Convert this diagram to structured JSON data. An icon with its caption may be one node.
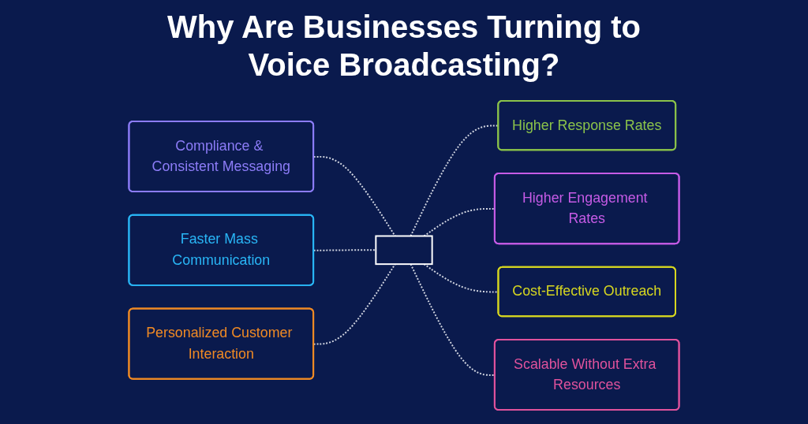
{
  "diagram": {
    "title": "Why Are Businesses Turning to Voice Broadcasting?",
    "nodes": [
      {
        "text": [
          "Compliance & Consistent Messaging"
        ]
      },
      {
        "text": [
          "Higher Response Rates"
        ]
      },
      {
        "text": [
          "Faster Mass Communication"
        ]
      },
      {
        "text": [],
        "shape": "box"
      },
      {
        "text": [
          "Higher Engagement Rates"
        ]
      },
      {
        "text": [
          "Personalized Customer Interaction"
        ]
      },
      {
        "text": [
          "Cost-Effective Outreach"
        ]
      },
      {
        "text": [
          "Scalable Without Extra Resources"
        ]
      }
    ],
    "edges": [
      {
        "from": 0,
        "to": 3,
        "arrow": "none",
        "style": "dashed"
      },
      {
        "from": 3,
        "to": 1,
        "arrow": "none",
        "style": "dashed"
      },
      {
        "from": 2,
        "to": 3,
        "arrow": "none",
        "style": "dashed"
      },
      {
        "from": 3,
        "to": 4,
        "arrow": "none",
        "style": "dashed"
      },
      {
        "from": 5,
        "to": 3,
        "arrow": "none",
        "style": "dashed"
      },
      {
        "from": 3,
        "to": 6,
        "arrow": "none",
        "style": "dashed"
      },
      {
        "from": 3,
        "to": 7,
        "arrow": "none",
        "style": "dashed"
      }
    ]
  }
}
